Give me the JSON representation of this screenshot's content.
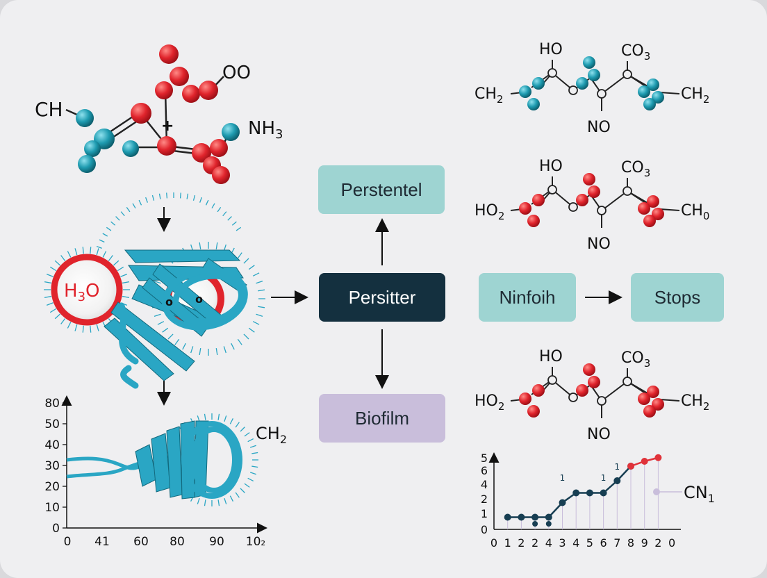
{
  "boxes": {
    "persistent": "Perstentel",
    "persister": "Persitter",
    "biofilm": "Biofilm",
    "nintoih": "Ninfoih",
    "stops": "Stops"
  },
  "molecule_top_left": {
    "ch": "CH",
    "oo": "OO",
    "nh3": "NH",
    "nh3_sub": "3",
    "plus": "+"
  },
  "protein_top": {
    "h3o": "H",
    "h3o_sub": "3",
    "h3o_tail": "O",
    "o1": "o",
    "o2": "o"
  },
  "protein_bottom": {
    "ch2": "CH",
    "ch2_sub": "2"
  },
  "formula_rows": [
    {
      "top_left": "HO",
      "top_right": "CO",
      "top_right_sub": "3",
      "left": "CH",
      "left_sub": "2",
      "right": "CH",
      "right_sub": "2",
      "bottom": "NO"
    },
    {
      "top_left": "HO",
      "top_right": "CO",
      "top_right_sub": "3",
      "left": "HO",
      "left_sub": "2",
      "right": "CH",
      "right_sub": "0",
      "bottom": "NO"
    },
    {
      "top_left": "HO",
      "top_right": "CO",
      "top_right_sub": "3",
      "left": "HO",
      "left_sub": "2",
      "right": "CH",
      "right_sub": "2",
      "bottom": "NO"
    }
  ],
  "colors": {
    "atom_red": "#e0242c",
    "atom_teal": "#1e9bb0",
    "ribbon": "#2aa6c4",
    "navy": "#173e52",
    "point_red": "#e0323a",
    "legend_dot": "#c9bedb"
  },
  "chart_data": [
    {
      "type": "line",
      "x_ticks": [
        "0",
        "41",
        "60",
        "80",
        "90",
        "10₂"
      ],
      "y_ticks": [
        "0",
        "10",
        "20",
        "30",
        "40",
        "50",
        "80"
      ]
    },
    {
      "type": "line",
      "x_ticks": [
        "0",
        "1",
        "2",
        "2",
        "4",
        "3",
        "4",
        "5",
        "6",
        "7",
        "8",
        "9",
        "2",
        "0"
      ],
      "y_ticks": [
        "0",
        "1",
        "2",
        "4",
        "6",
        "5"
      ],
      "series": [
        {
          "x": [
            1,
            2,
            3,
            4,
            5,
            6,
            7,
            8,
            9,
            10
          ],
          "y": [
            1,
            1,
            1,
            1,
            2.2,
            3,
            3,
            3,
            4,
            5.2
          ],
          "color": "#173e52"
        },
        {
          "x": [
            10,
            11,
            12
          ],
          "y": [
            5.2,
            5.6,
            5.9
          ],
          "color": "#e0323a"
        }
      ],
      "point_annotations": [
        "1",
        "1",
        "1"
      ],
      "legend_label": "CN",
      "legend_sub": "1"
    }
  ]
}
